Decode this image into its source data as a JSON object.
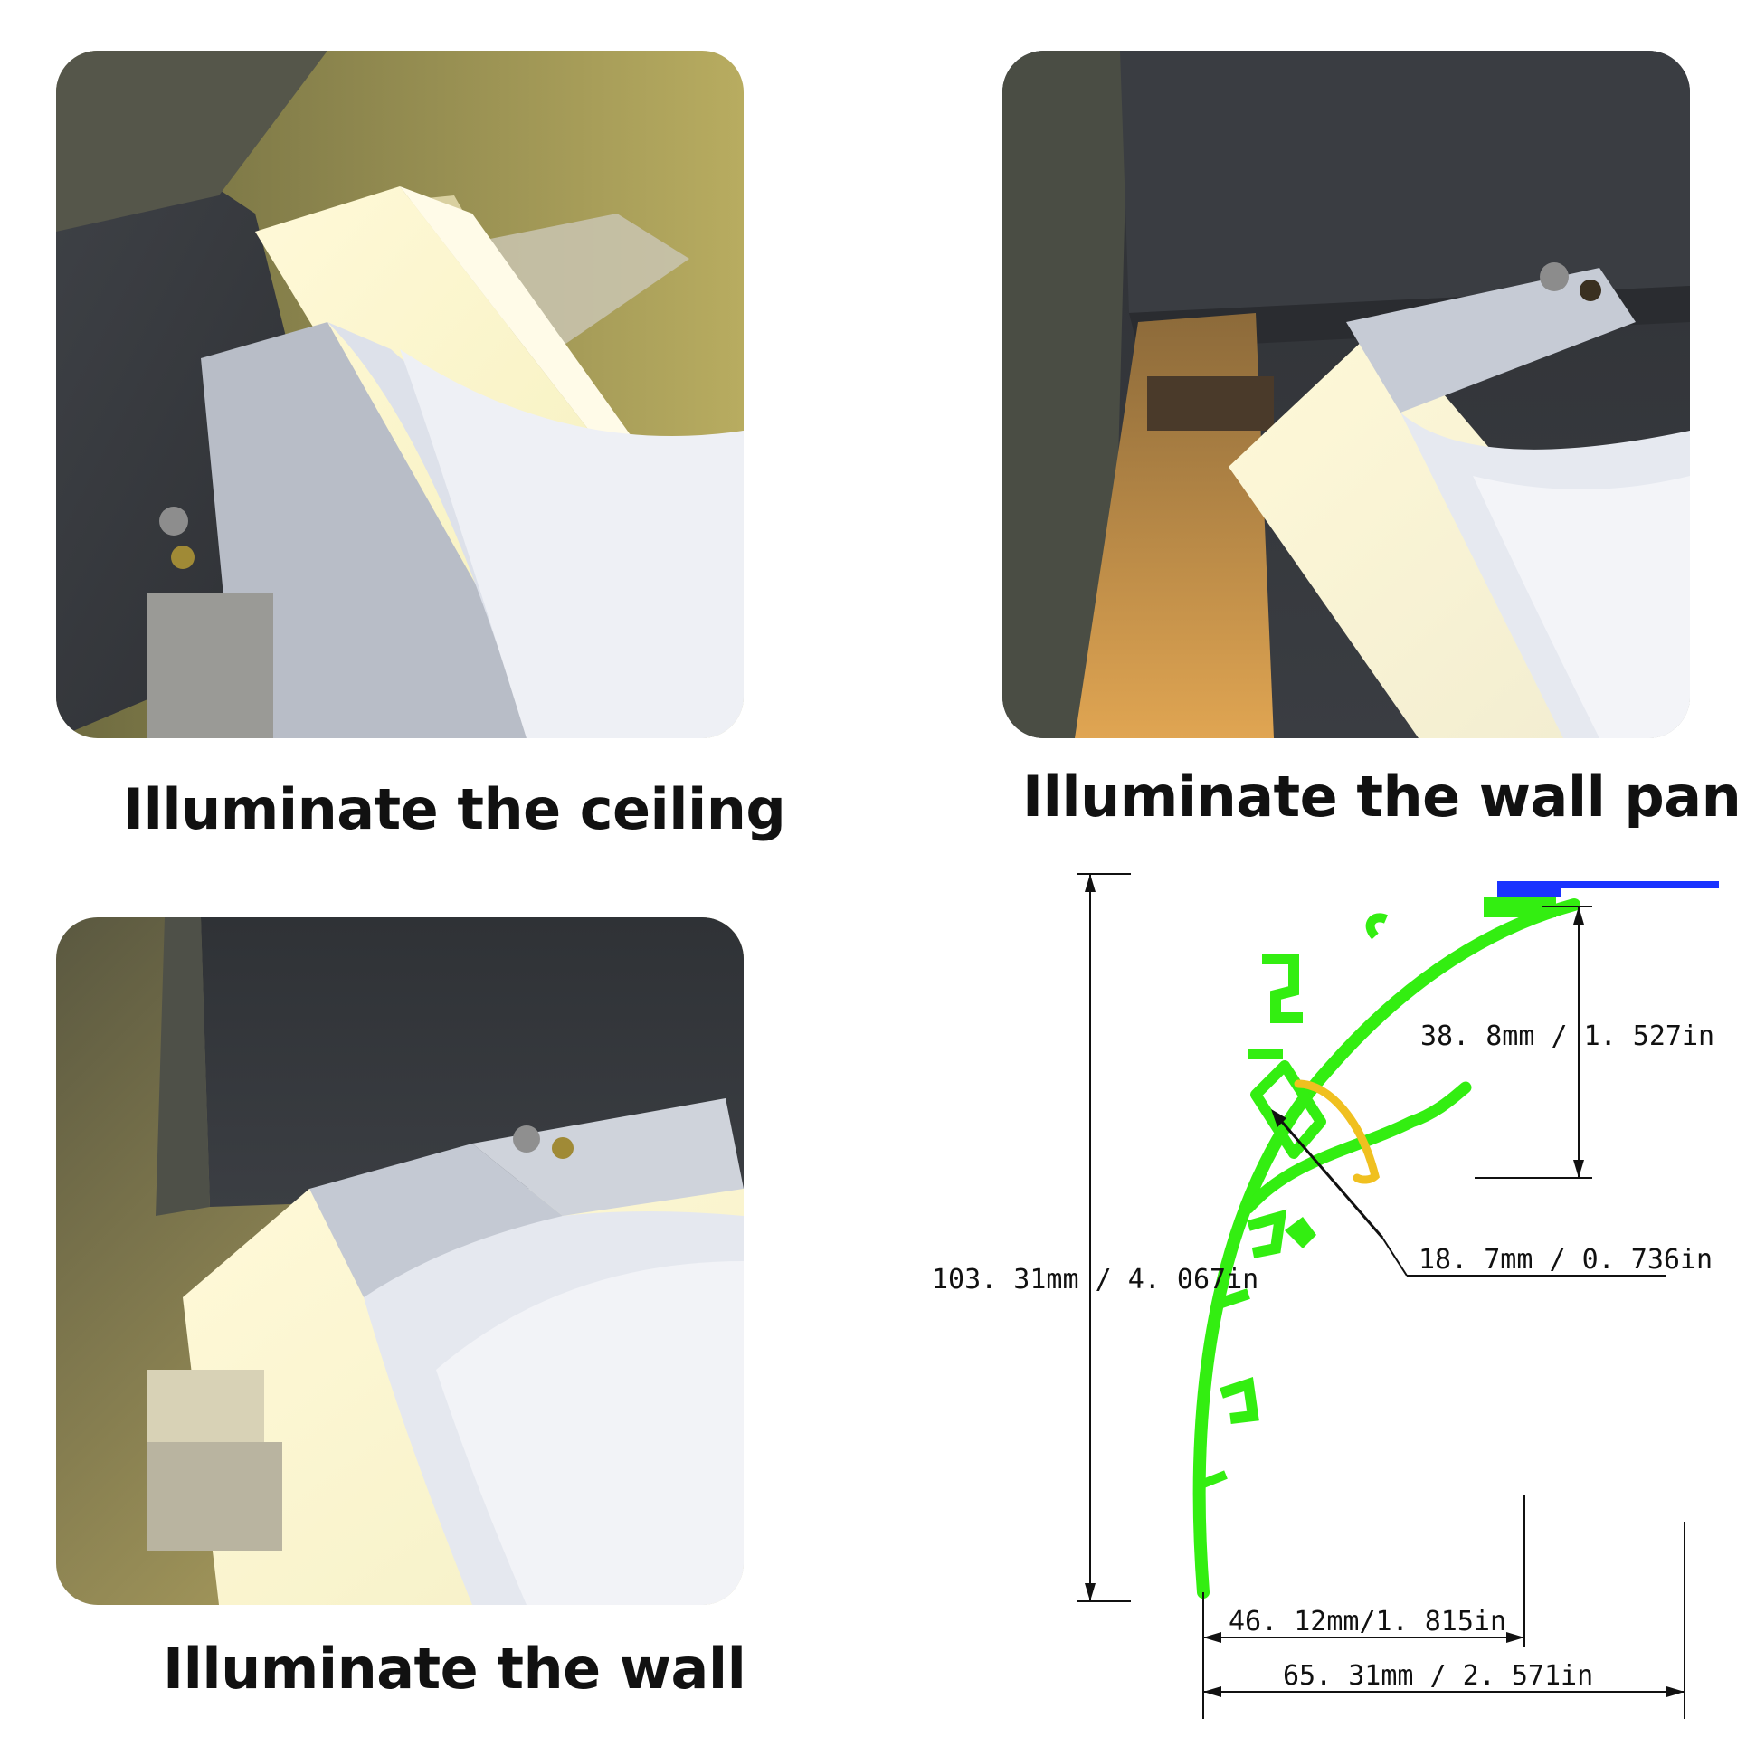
{
  "captions": {
    "ceiling": "Illuminate the ceiling",
    "wall_panel": "Illuminate the wall panel",
    "wall": "Illuminate the wall"
  },
  "photos": [
    {
      "id": "ceiling",
      "subject": "LED cove profile illuminating ceiling"
    },
    {
      "id": "wall-panel",
      "subject": "LED cove profile illuminating wood wall panel"
    },
    {
      "id": "wall",
      "subject": "LED cove profile illuminating wall"
    }
  ],
  "dimensions": {
    "total_height": "103. 31mm  /  4. 067in",
    "light_depth": "38. 8mm  /  1. 527in",
    "diffuser": "18. 7mm  /  0. 736in",
    "inner_width": "46. 12mm/1. 815in",
    "total_width": "65. 31mm  /  2. 571in"
  },
  "colors": {
    "profile": "#33ee11",
    "diffuser": "#f0c020",
    "cover": "#1a33ff",
    "glow": "#fff6c8",
    "concrete": "#4a4d52",
    "aluminum": "#c7ccd6"
  }
}
